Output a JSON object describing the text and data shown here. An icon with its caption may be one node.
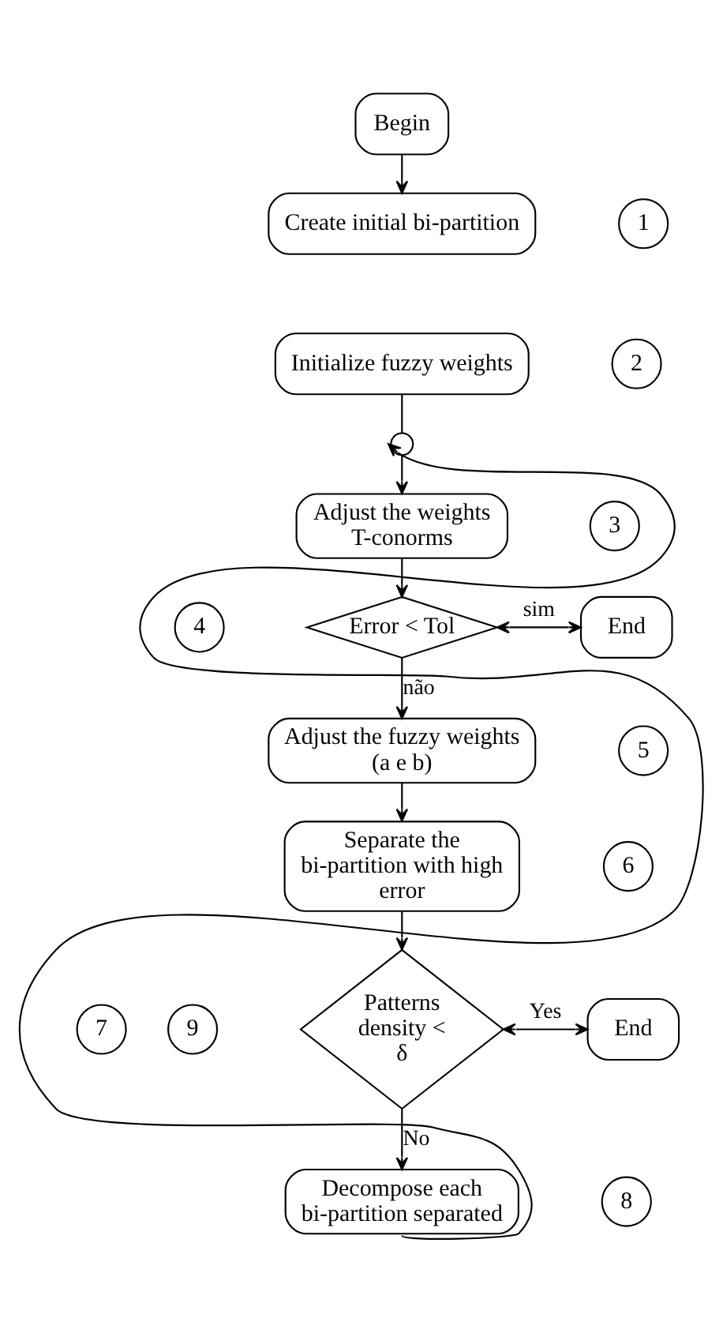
{
  "diagram": {
    "nodes": [
      {
        "text": [
          "Begin"
        ]
      },
      {
        "text": [
          "Create initial bi-partition"
        ]
      },
      {
        "text": [
          "1"
        ]
      },
      {
        "text": [
          "Initialize fuzzy weights"
        ]
      },
      {
        "text": [
          "2"
        ]
      },
      {
        "text": [],
        "shape": "circle"
      },
      {
        "text": [
          "Adjust the weights T-conorms"
        ]
      },
      {
        "text": [
          "3"
        ]
      },
      {
        "text": [
          "4"
        ]
      },
      {
        "text": [
          "Error < Tol"
        ]
      },
      {
        "text": [
          "End"
        ]
      },
      {
        "text": [
          "Adjust the fuzzy weights",
          "(a e b)"
        ]
      },
      {
        "text": [
          "5"
        ]
      },
      {
        "text": [
          "Separate the bi-partition with high error"
        ]
      },
      {
        "text": [
          "6"
        ]
      },
      {
        "text": [
          "7"
        ]
      },
      {
        "text": [
          "Patterns density < δ"
        ]
      },
      {
        "text": [
          "End"
        ]
      },
      {
        "text": [
          "9"
        ]
      },
      {
        "text": [
          "Decompose each bi-partition separated"
        ]
      },
      {
        "text": [
          "8"
        ]
      }
    ],
    "edges": [
      {
        "from": 0,
        "to": 1,
        "arrow": "to"
      },
      {
        "from": 3,
        "to": 5,
        "arrow": "none"
      },
      {
        "from": 5,
        "to": 6,
        "arrow": "to"
      },
      {
        "from": 6,
        "to": 9,
        "arrow": "to"
      },
      {
        "from": 9,
        "to": 10,
        "arrow": "both",
        "label": "sim"
      },
      {
        "from": 9,
        "to": 11,
        "arrow": "to",
        "label": "não"
      },
      {
        "from": 11,
        "to": 13,
        "arrow": "to"
      },
      {
        "from": 13,
        "to": 16,
        "arrow": "to"
      },
      {
        "from": 16,
        "to": 17,
        "arrow": "both",
        "label": "Yes"
      },
      {
        "from": 16,
        "to": 19,
        "arrow": "to",
        "label": "No"
      },
      {
        "from": 19,
        "to": 5,
        "arrow": "to"
      }
    ]
  }
}
